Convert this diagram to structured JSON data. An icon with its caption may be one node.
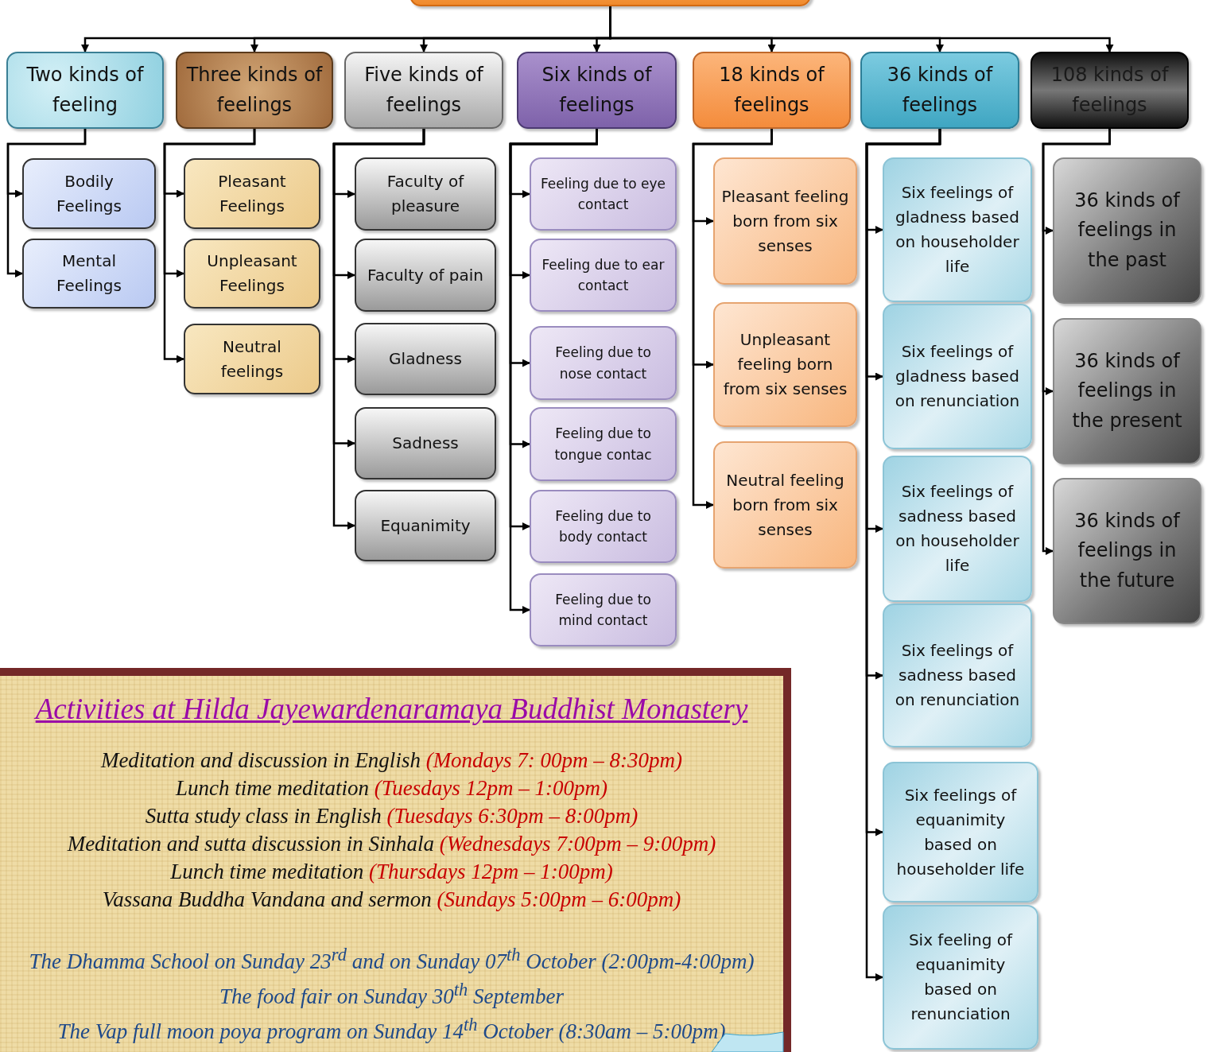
{
  "diagram": {
    "nodes": [
      {
        "text": [],
        "shape": "box"
      },
      {
        "text": [
          "Two kinds of feeling"
        ]
      },
      {
        "text": [
          "Three kinds of feelings"
        ]
      },
      {
        "text": [
          "Five kinds of feelings"
        ]
      },
      {
        "text": [
          "Six kinds of feelings"
        ]
      },
      {
        "text": [
          "18 kinds of feelings"
        ]
      },
      {
        "text": [
          "36 kinds of feelings"
        ]
      },
      {
        "text": [
          "108 kinds of feelings"
        ]
      },
      {
        "text": [
          "Bodily Feelings"
        ]
      },
      {
        "text": [
          "Mental Feelings"
        ]
      },
      {
        "text": [
          "Pleasant Feelings"
        ]
      },
      {
        "text": [
          "Unpleasant Feelings"
        ]
      },
      {
        "text": [
          "Neutral feelings"
        ]
      },
      {
        "text": [
          "Faculty of pleasure"
        ]
      },
      {
        "text": [
          "Faculty of pain"
        ]
      },
      {
        "text": [
          "Gladness"
        ]
      },
      {
        "text": [
          "Sadness"
        ]
      },
      {
        "text": [
          "Equanimity"
        ]
      },
      {
        "text": [
          "Feeling due to eye contact"
        ]
      },
      {
        "text": [
          "Feeling due to ear contact"
        ]
      },
      {
        "text": [
          "Feeling due to nose contact"
        ]
      },
      {
        "text": [
          "Feeling due to tongue contac"
        ]
      },
      {
        "text": [
          "Feeling due to body contact"
        ]
      },
      {
        "text": [
          "Feeling due to mind contact"
        ]
      },
      {
        "text": [
          "Pleasant feeling born from six senses"
        ]
      },
      {
        "text": [
          "Unpleasant feeling born from six senses"
        ]
      },
      {
        "text": [
          "Neutral feeling born from six senses"
        ]
      },
      {
        "text": [
          "Six feelings of gladness based on householder life"
        ]
      },
      {
        "text": [
          "Six feelings of gladness based on renunciation"
        ]
      },
      {
        "text": [
          "Six feelings of sadness based on householder life"
        ]
      },
      {
        "text": [
          "Six feelings of sadness based on renunciation"
        ]
      },
      {
        "text": [
          "Six feelings of equanimity based on householder life"
        ]
      },
      {
        "text": [
          "Six feeling of equanimity based on renunciation"
        ]
      },
      {
        "text": [
          "36 kinds of feelings in the past"
        ]
      },
      {
        "text": [
          "36 kinds of feelings in the present"
        ]
      },
      {
        "text": [
          "36 kinds of feelings in the future"
        ]
      },
      {
        "text": [
          "Activities at Hilda Jayewardenaramaya Buddhist Monastery",
          "Meditation and discussion in English",
          "(Mondays 7: 00pm – 8:30pm)",
          "Lunch time meditation",
          "(Tuesdays 12pm – 1:00pm)",
          "Sutta study class in English",
          "(Tuesdays 6:30pm – 8:00pm)",
          "Meditation and sutta discussion in Sinhala",
          "(Wednesdays 7:00pm – 9:00pm)",
          "Lunch time meditation",
          "(Thursdays 12pm – 1:00pm)",
          "Vassana Buddha Vandana and sermon",
          "(Sundays 5:00pm – 6:00pm)",
          "The Dhamma School on Sunday 23$^{rd}$ and on Sunday 07$^{th}$ October (2:00pm-4:00pm)",
          "The food fair on Sunday 30$^{th}$ September",
          "The Vap full moon poya program on Sunday 14$^{th}$ October (8:30am – 5:00pm)"
        ]
      }
    ],
    "edges": [
      {
        "from": 0,
        "to": 1,
        "arrow": "to"
      },
      {
        "from": 0,
        "to": 2,
        "arrow": "to"
      },
      {
        "from": 0,
        "to": 3,
        "arrow": "to"
      },
      {
        "from": 0,
        "to": 4,
        "arrow": "to"
      },
      {
        "from": 0,
        "to": 5,
        "arrow": "to"
      },
      {
        "from": 0,
        "to": 6,
        "arrow": "to"
      },
      {
        "from": 0,
        "to": 7,
        "arrow": "to"
      },
      {
        "from": 1,
        "to": 8,
        "arrow": "to"
      },
      {
        "from": 1,
        "to": 9,
        "arrow": "to"
      },
      {
        "from": 2,
        "to": 10,
        "arrow": "to"
      },
      {
        "from": 2,
        "to": 11,
        "arrow": "to"
      },
      {
        "from": 2,
        "to": 12,
        "arrow": "to"
      },
      {
        "from": 3,
        "to": 13,
        "arrow": "to"
      },
      {
        "from": 3,
        "to": 14,
        "arrow": "to"
      },
      {
        "from": 3,
        "to": 15,
        "arrow": "to"
      },
      {
        "from": 3,
        "to": 16,
        "arrow": "to"
      },
      {
        "from": 3,
        "to": 17,
        "arrow": "to"
      },
      {
        "from": 4,
        "to": 18,
        "arrow": "to"
      },
      {
        "from": 4,
        "to": 19,
        "arrow": "to"
      },
      {
        "from": 4,
        "to": 20,
        "arrow": "to"
      },
      {
        "from": 4,
        "to": 21,
        "arrow": "to"
      },
      {
        "from": 4,
        "to": 22,
        "arrow": "to"
      },
      {
        "from": 4,
        "to": 23,
        "arrow": "to"
      },
      {
        "from": 5,
        "to": 24,
        "arrow": "to"
      },
      {
        "from": 5,
        "to": 25,
        "arrow": "to"
      },
      {
        "from": 5,
        "to": 26,
        "arrow": "to"
      },
      {
        "from": 6,
        "to": 27,
        "arrow": "to"
      },
      {
        "from": 6,
        "to": 28,
        "arrow": "to"
      },
      {
        "from": 6,
        "to": 29,
        "arrow": "to"
      },
      {
        "from": 6,
        "to": 30,
        "arrow": "to"
      },
      {
        "from": 6,
        "to": 31,
        "arrow": "to"
      },
      {
        "from": 6,
        "to": 32,
        "arrow": "to"
      },
      {
        "from": 7,
        "to": 33,
        "arrow": "to"
      },
      {
        "from": 7,
        "to": 34,
        "arrow": "to"
      },
      {
        "from": 7,
        "to": 35,
        "arrow": "to"
      }
    ]
  }
}
